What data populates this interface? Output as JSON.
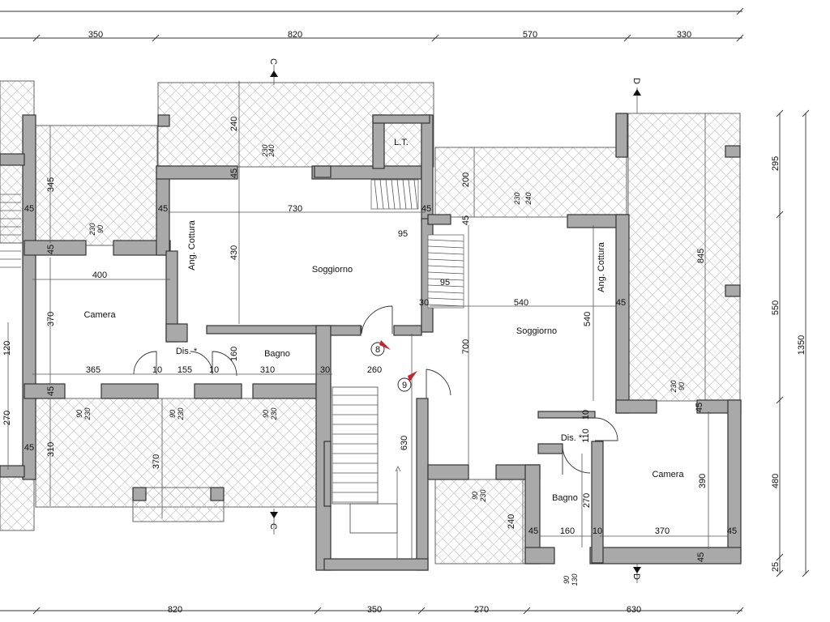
{
  "rooms": {
    "soggiorno_left": "Soggiorno",
    "soggiorno_right": "Soggiorno",
    "camera_left": "Camera",
    "camera_right": "Camera",
    "bagno_left": "Bagno",
    "bagno_right": "Bagno",
    "dis_left": "Dis. *",
    "dis_right": "Dis. *",
    "ang_cottura_left": "Ang. Cottura",
    "ang_cottura_right": "Ang. Cottura",
    "lt": "L.T."
  },
  "markers": {
    "c_top": "C",
    "c_bottom": "C",
    "d_top": "D",
    "d_bottom": "D",
    "circle_8": "8",
    "circle_9": "9"
  },
  "dims_top": [
    "350",
    "820",
    "570",
    "330"
  ],
  "dims_bottom": [
    "820",
    "350",
    "270",
    "630"
  ],
  "dims_right": [
    "295",
    "550",
    "480",
    "25",
    "1350"
  ],
  "dims_interior": {
    "d240_top": "240",
    "d730": "730",
    "d430": "430",
    "d345": "345",
    "d45_a": "45",
    "d45_b": "45",
    "d45_c": "45",
    "d45_d": "45",
    "d45_e": "45",
    "d45_f": "45",
    "d45_g": "45",
    "d45_h": "45",
    "d45_i": "45",
    "d45_j": "45",
    "d45_k": "45",
    "d45_l": "45",
    "d45_m": "45",
    "d400": "400",
    "d370_camera": "370",
    "d120": "120",
    "d270_left": "270",
    "d310_left": "310",
    "d370_terrace": "370",
    "d365": "365",
    "d10_a": "10",
    "d155": "155",
    "d10_b": "10",
    "d310": "310",
    "d30_a": "30",
    "d260": "260",
    "d160_bagno": "160",
    "d630": "630",
    "d95_a": "95",
    "d95_b": "95",
    "d30_b": "30",
    "d200": "200",
    "d540_h": "540",
    "d540_v": "540",
    "d700": "700",
    "d845": "845",
    "d110": "110",
    "d10_c": "10",
    "d390": "390",
    "d370_r": "370",
    "d10_d": "10",
    "d160_r": "160",
    "d270_r": "270",
    "d240_r": "240"
  },
  "window_tags": {
    "w1_top": "240",
    "w1_bot": "230",
    "w2_top": "240",
    "w2_bot": "230",
    "w3_top": "90",
    "w3_bot": "230",
    "w4_top": "90",
    "w4_bot": "230",
    "w5_top": "90",
    "w5_bot": "230",
    "w6_top": "90",
    "w6_bot": "230",
    "w7_top": "90",
    "w7_bot": "230",
    "w8_top": "90",
    "w8_bot": "230",
    "w9_top": "90",
    "w9_bot": "130"
  },
  "colors": {
    "wall": "#a9a9a9",
    "marker_red": "#c0282d"
  }
}
